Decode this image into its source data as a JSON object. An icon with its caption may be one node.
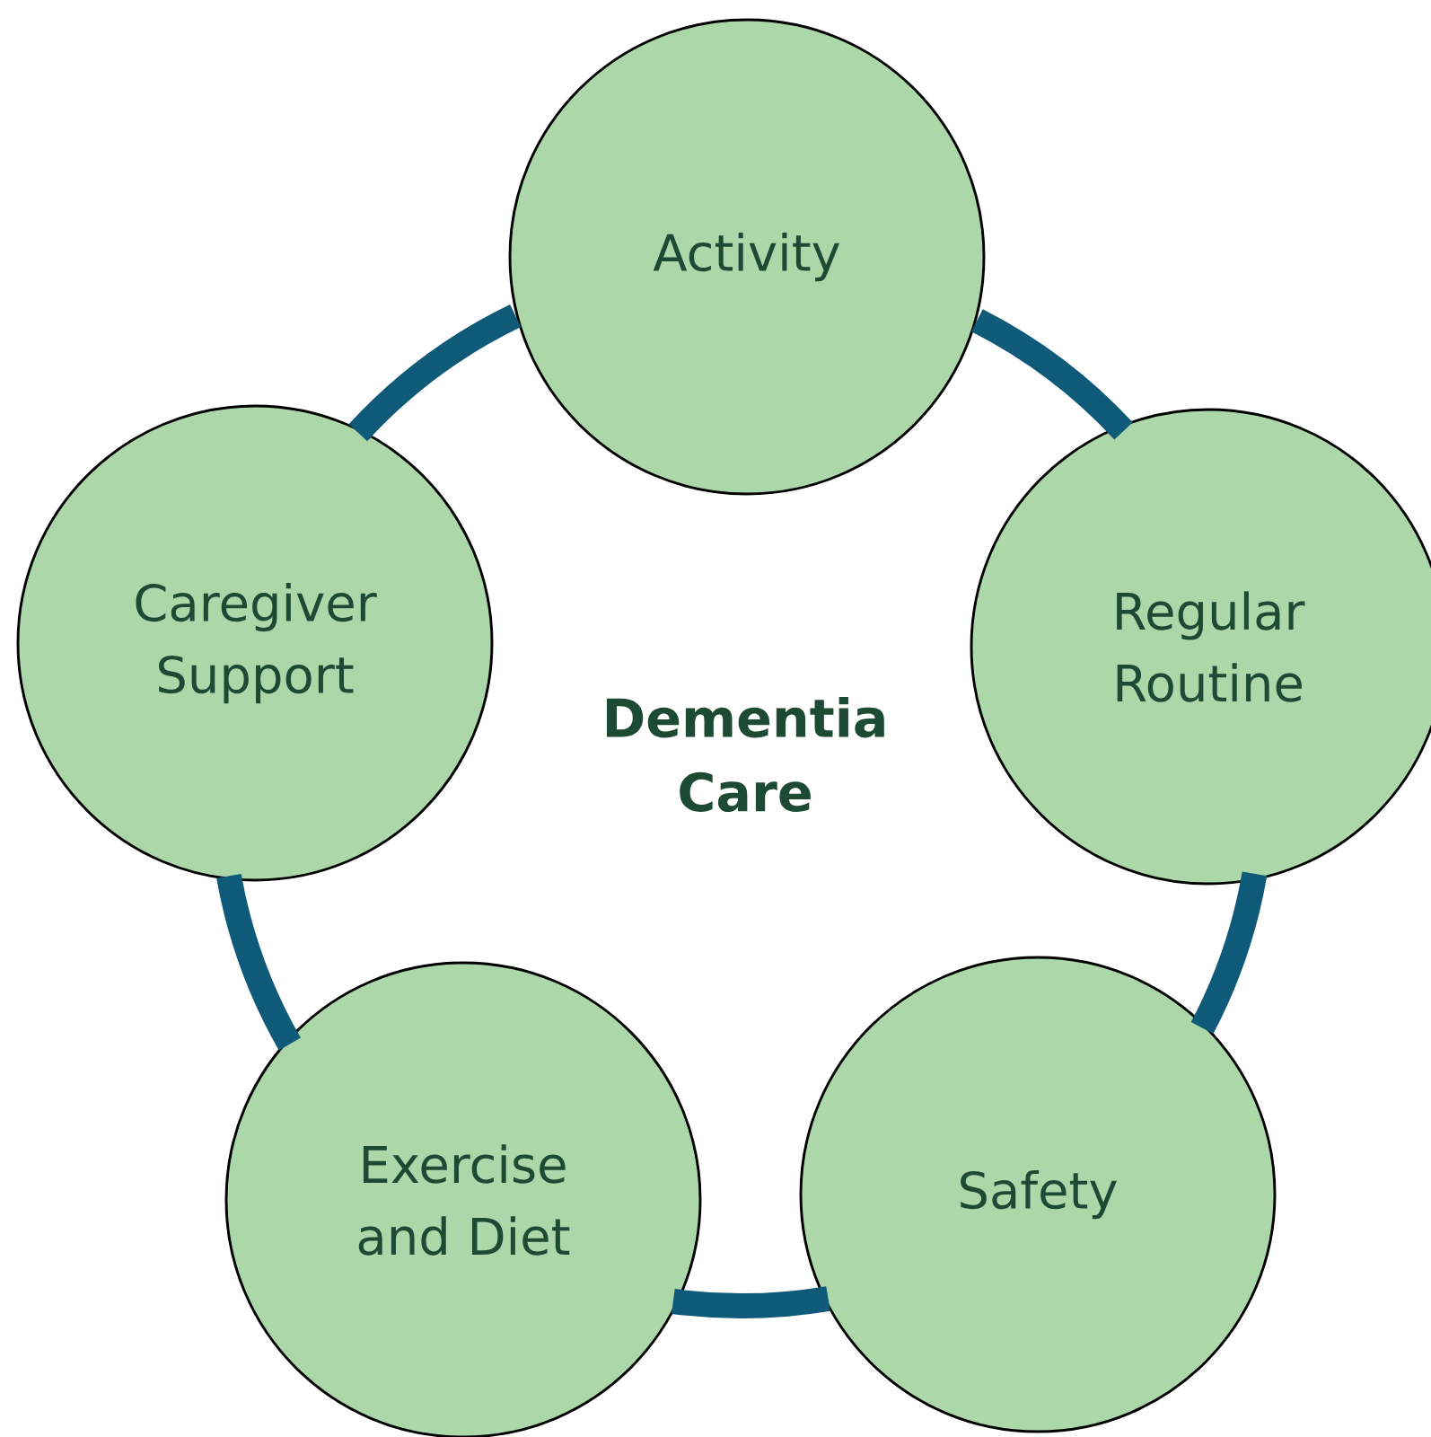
{
  "diagram": {
    "nodes": [
      {
        "text": [
          "Activity"
        ]
      },
      {
        "text": [
          "Caregiver Support"
        ]
      },
      {
        "text": [
          "Regular Routine"
        ]
      },
      {
        "text": [
          "Exercise and Diet"
        ]
      },
      {
        "text": [
          "Safety"
        ]
      }
    ],
    "edges": [
      {
        "from": 0,
        "to": 2,
        "arrow": "none"
      },
      {
        "from": 2,
        "to": 4,
        "arrow": "none"
      },
      {
        "from": 4,
        "to": 3,
        "arrow": "none"
      },
      {
        "from": 3,
        "to": 1,
        "arrow": "none"
      },
      {
        "from": 1,
        "to": 0,
        "arrow": "none"
      }
    ],
    "labels": [
      "Dementia Care"
    ]
  }
}
